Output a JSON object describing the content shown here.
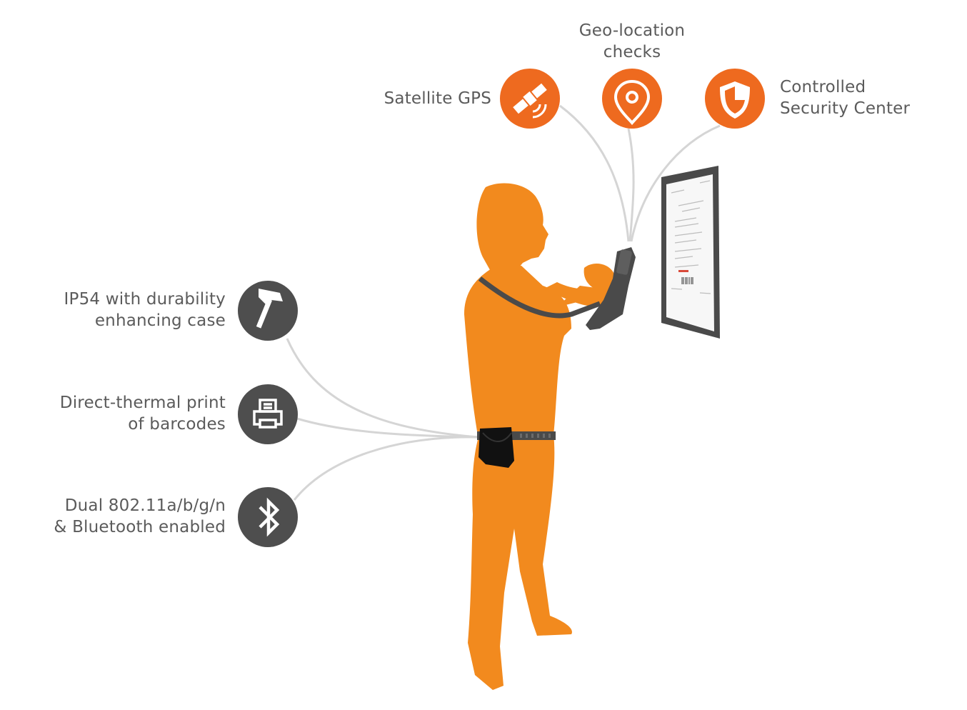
{
  "colors": {
    "accent": "#f28a1e",
    "accent_dark": "#ee6a1f",
    "dark_icon": "#4e4e4e",
    "connector": "#d5d5d5",
    "text": "#5b5b5b",
    "device": "#4a4a4a"
  },
  "features_top": [
    {
      "id": "gps",
      "icon": "satellite-icon",
      "lines": [
        "Satellite GPS"
      ]
    },
    {
      "id": "geo",
      "icon": "map-pin-icon",
      "lines": [
        "Geo-location",
        "checks"
      ]
    },
    {
      "id": "security",
      "icon": "shield-icon",
      "lines": [
        "Controlled",
        "Security Center"
      ]
    }
  ],
  "features_left": [
    {
      "id": "durability",
      "icon": "hammer-icon",
      "lines": [
        "IP54 with durability",
        "enhancing case"
      ]
    },
    {
      "id": "print",
      "icon": "printer-icon",
      "lines": [
        "Direct-thermal print",
        "of barcodes"
      ]
    },
    {
      "id": "wireless",
      "icon": "bluetooth-icon",
      "lines": [
        "Dual 802.11a/b/g/n",
        "& Bluetooth enabled"
      ]
    }
  ]
}
